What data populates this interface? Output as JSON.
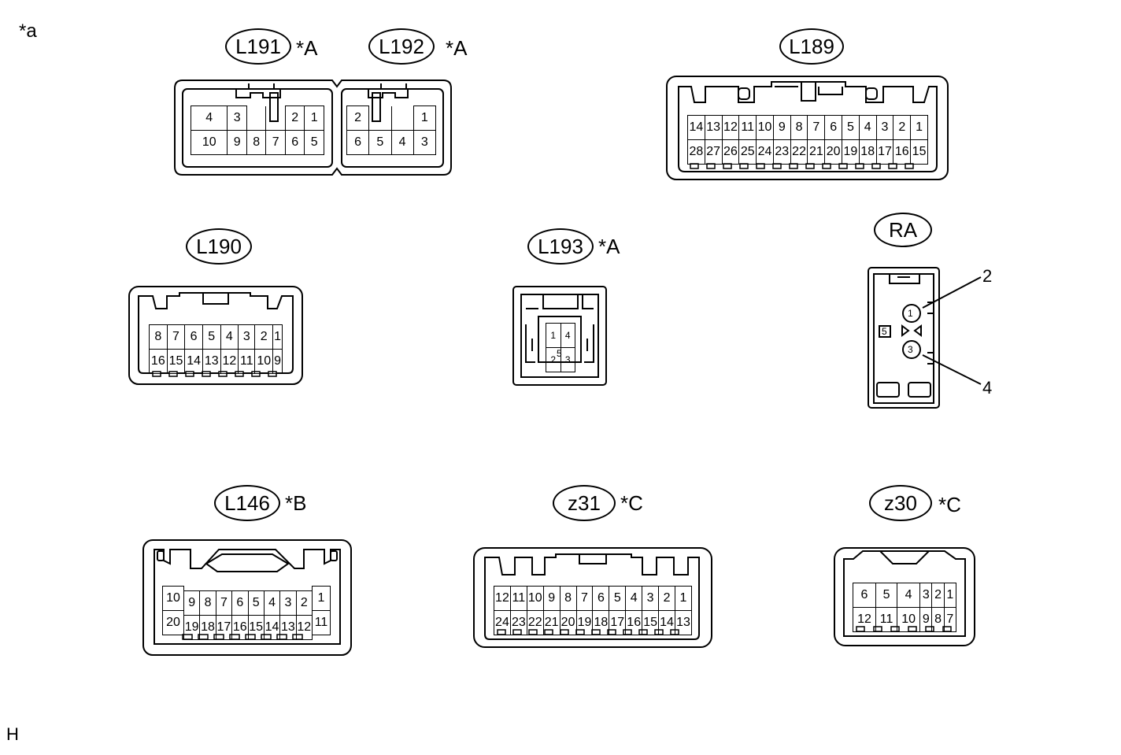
{
  "corner_label": "*a",
  "footer_label": "H",
  "connectors": {
    "l191": {
      "code": "L191",
      "note": "*A",
      "row1": [
        "4",
        "3",
        "",
        "",
        "2",
        "1"
      ],
      "row2": [
        "10",
        "9",
        "8",
        "7",
        "6",
        "5"
      ]
    },
    "l192": {
      "code": "L192",
      "note": "*A",
      "row1": [
        "2",
        "",
        "",
        "1"
      ],
      "row2": [
        "6",
        "5",
        "4",
        "3"
      ]
    },
    "l189": {
      "code": "L189",
      "note": "",
      "row1": [
        "14",
        "13",
        "12",
        "11",
        "10",
        "9",
        "8",
        "7",
        "6",
        "5",
        "4",
        "3",
        "2",
        "1"
      ],
      "row2": [
        "28",
        "27",
        "26",
        "25",
        "24",
        "23",
        "22",
        "21",
        "20",
        "19",
        "18",
        "17",
        "16",
        "15"
      ]
    },
    "l190": {
      "code": "L190",
      "note": "",
      "row1": [
        "8",
        "7",
        "6",
        "5",
        "4",
        "3",
        "2",
        "1"
      ],
      "row2": [
        "16",
        "15",
        "14",
        "13",
        "12",
        "11",
        "10",
        "9"
      ]
    },
    "l193": {
      "code": "L193",
      "note": "*A",
      "pins": [
        "1",
        "4",
        "2",
        "3",
        "5"
      ]
    },
    "ra": {
      "code": "RA",
      "pins": [
        "1",
        "3",
        "5"
      ],
      "callouts": [
        "2",
        "4"
      ]
    },
    "l146": {
      "code": "L146",
      "note": "*B",
      "left": [
        "10",
        "20"
      ],
      "right": [
        "1",
        "11"
      ],
      "row1": [
        "9",
        "8",
        "7",
        "6",
        "5",
        "4",
        "3",
        "2"
      ],
      "row2": [
        "19",
        "18",
        "17",
        "16",
        "15",
        "14",
        "13",
        "12"
      ]
    },
    "z31": {
      "code": "z31",
      "note": "*C",
      "row1": [
        "12",
        "11",
        "10",
        "9",
        "8",
        "7",
        "6",
        "5",
        "4",
        "3",
        "2",
        "1"
      ],
      "row2": [
        "24",
        "23",
        "22",
        "21",
        "20",
        "19",
        "18",
        "17",
        "16",
        "15",
        "14",
        "13"
      ]
    },
    "z30": {
      "code": "z30",
      "note": "*C",
      "row1": [
        "6",
        "5",
        "4",
        "3",
        "2",
        "1"
      ],
      "row2": [
        "12",
        "11",
        "10",
        "9",
        "8",
        "7"
      ]
    }
  }
}
